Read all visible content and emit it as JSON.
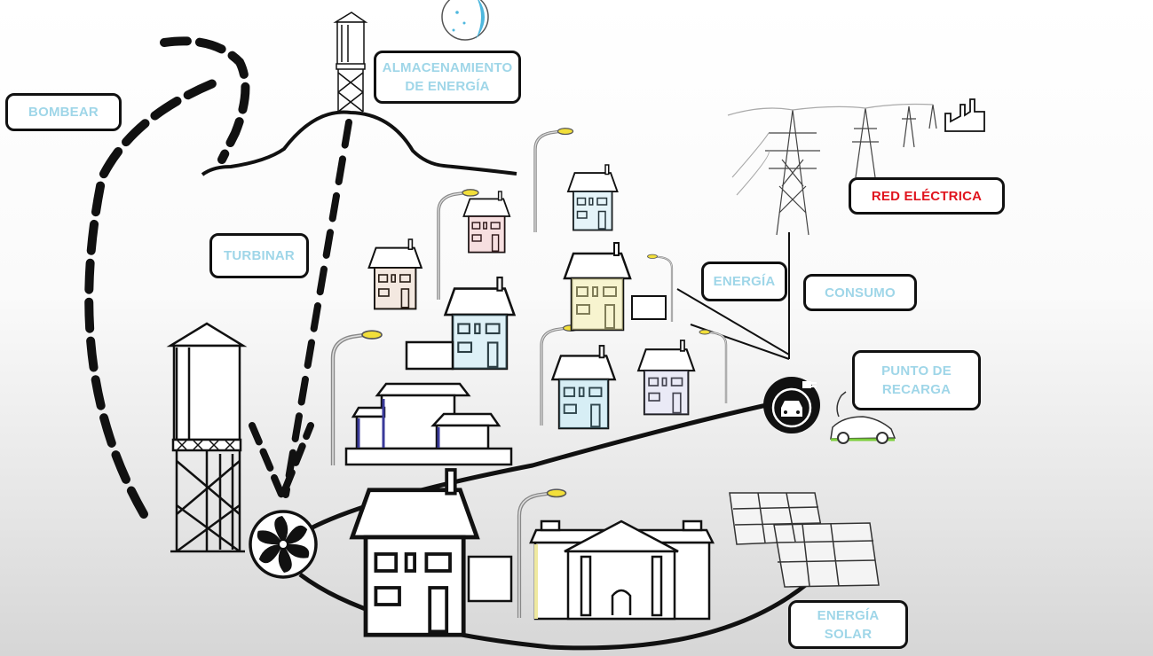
{
  "labels": {
    "bombear": "BOMBEAR",
    "almacenamiento_line1": "ALMACENAMIENTO",
    "almacenamiento_line2": "DE  ENERGÍA",
    "turbinar": "TURBINAR",
    "red_electrica": "RED ELÉCTRICA",
    "energia": "ENERGÍA",
    "consumo": "CONSUMO",
    "punto_recarga_line1": "PUNTO DE",
    "punto_recarga_line2": "RECARGA",
    "energia_solar_line1": "ENERGÍA",
    "energia_solar_line2": "SOLAR"
  },
  "colors": {
    "label_text": "#9fd6e8",
    "red_label_text": "#e0141e",
    "line": "#111111",
    "lamp": "#f2df3a",
    "house_blue": "#7cc6df",
    "house_yellow": "#efe9a0",
    "house_red": "#c0282e",
    "house_brown": "#b0682d",
    "house_navy": "#3a3a9a",
    "car_green": "#7ccf3c"
  },
  "icons": [
    "moon-icon",
    "water-tower-icon",
    "turbine-icon",
    "ev-charging-icon",
    "electric-car-icon",
    "power-pylon-icon",
    "factory-icon",
    "solar-panel-icon",
    "street-lamp-icon",
    "house-icon"
  ]
}
